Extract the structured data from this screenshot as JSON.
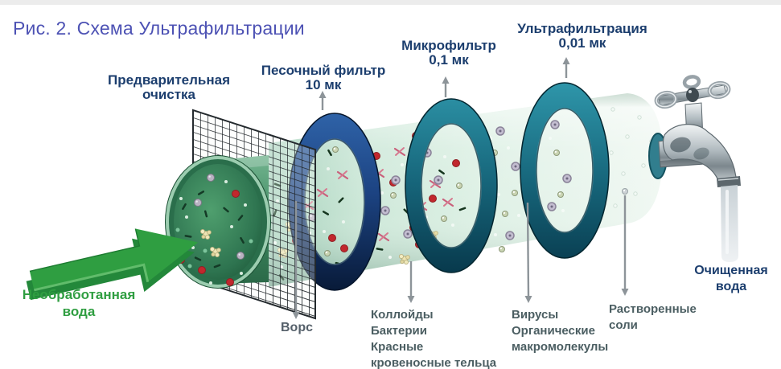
{
  "figure": {
    "title": "Рис. 2. Схема Ультрафильтрации",
    "stage_labels": {
      "pre_cleaning": {
        "line1": "Предварительная",
        "line2": "очистка"
      },
      "sand_filter": {
        "line1": "Песочный фильтр",
        "line2": "10 мк"
      },
      "microfilter": {
        "line1": "Микрофильтр",
        "line2": "0,1 мк"
      },
      "ultrafiltration": {
        "line1": "Ультрафильтрация",
        "line2": "0,01 мк"
      }
    },
    "flow_labels": {
      "raw_water": {
        "line1": "Необработанная",
        "line2": "вода"
      },
      "clean_water": {
        "line1": "Очищенная",
        "line2": "вода"
      }
    },
    "removed_labels": {
      "lint": "Ворс",
      "colloids": {
        "line1": "Коллойды",
        "line2": "Бактерии",
        "line3": "Красные",
        "line4": "кровеносные тельца"
      },
      "viruses": {
        "line1": "Вирусы",
        "line2": "Органические",
        "line3": "макромолекулы"
      },
      "salts": {
        "line1": "Растворенные",
        "line2": "соли"
      }
    },
    "colors": {
      "title": "#4d52b4",
      "stage_label": "#1c3e6e",
      "flow_green": "#2f9e41",
      "removed_label": "#4b5e62",
      "ring_navy": "#1c4382",
      "ring_teal": "#17677c",
      "arrow_green": "#2f9e41",
      "water_pale": "#e8f5ee"
    }
  }
}
